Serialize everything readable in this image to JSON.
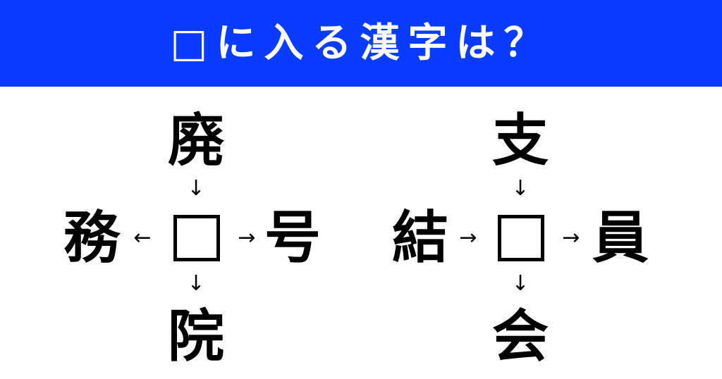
{
  "header": {
    "title": "□に入る漢字は？",
    "background_color": "#0a3cff",
    "text_color": "#ffffff"
  },
  "puzzles": [
    {
      "top": "廃",
      "left": "務",
      "right": "号",
      "bottom": "院",
      "arrows": {
        "top": "↓",
        "left": "←",
        "right": "→",
        "bottom": "↓"
      }
    },
    {
      "top": "支",
      "left": "結",
      "right": "員",
      "bottom": "会",
      "arrows": {
        "top": "↓",
        "left": "→",
        "right": "→",
        "bottom": "↓"
      }
    }
  ]
}
